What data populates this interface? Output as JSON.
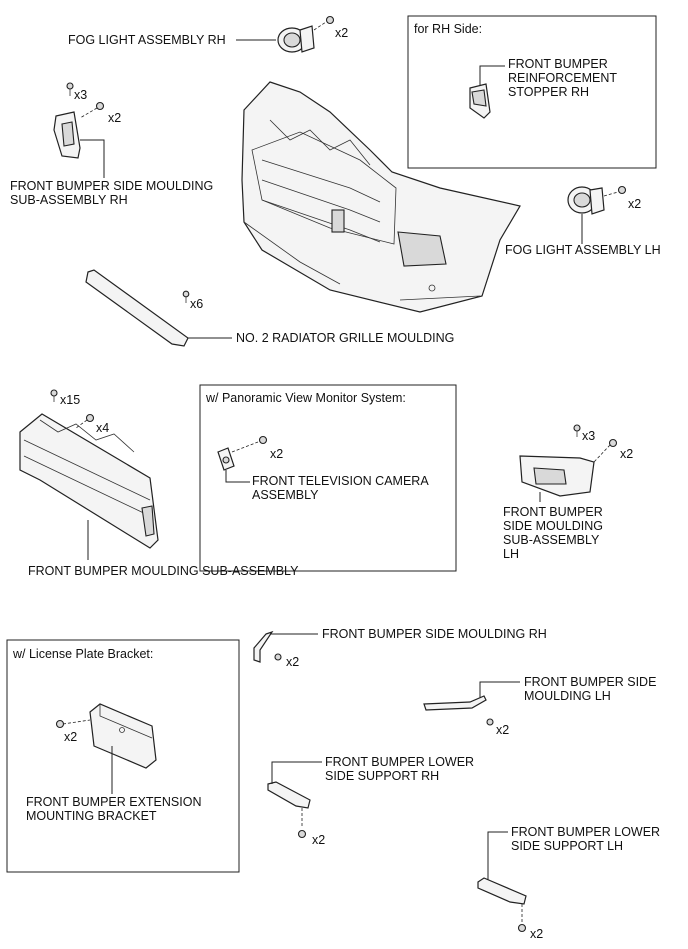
{
  "boxes": {
    "rh_side": "for RH Side:",
    "panoramic": "w/ Panoramic View Monitor System:",
    "license": "w/ License Plate Bracket:"
  },
  "labels": {
    "fog_rh": "FOG LIGHT ASSEMBLY RH",
    "stopper_rh_1": "FRONT BUMPER",
    "stopper_rh_2": "REINFORCEMENT",
    "stopper_rh_3": "STOPPER RH",
    "side_moulding_sub_rh_1": "FRONT BUMPER SIDE MOULDING",
    "side_moulding_sub_rh_2": "SUB-ASSEMBLY RH",
    "fog_lh": "FOG LIGHT ASSEMBLY LH",
    "grille_moulding": "NO. 2 RADIATOR GRILLE MOULDING",
    "camera_1": "FRONT TELEVISION CAMERA",
    "camera_2": "ASSEMBLY",
    "moulding_sub": "FRONT BUMPER MOULDING SUB-ASSEMBLY",
    "side_moulding_sub_lh_1": "FRONT BUMPER",
    "side_moulding_sub_lh_2": "SIDE MOULDING",
    "side_moulding_sub_lh_3": "SUB-ASSEMBLY",
    "side_moulding_sub_lh_4": "LH",
    "side_moulding_rh": "FRONT BUMPER SIDE MOULDING RH",
    "side_moulding_lh_1": "FRONT BUMPER SIDE",
    "side_moulding_lh_2": "MOULDING LH",
    "lower_support_rh_1": "FRONT BUMPER LOWER",
    "lower_support_rh_2": "SIDE SUPPORT RH",
    "lower_support_lh_1": "FRONT BUMPER LOWER",
    "lower_support_lh_2": "SIDE SUPPORT LH",
    "ext_bracket_1": "FRONT BUMPER EXTENSION",
    "ext_bracket_2": "MOUNTING BRACKET"
  },
  "counts": {
    "fog_rh": "x2",
    "side_rh_clips": "x3",
    "side_rh_bolts": "x2",
    "fog_lh": "x2",
    "grille": "x6",
    "moulding_clips": "x15",
    "moulding_bolts": "x4",
    "camera": "x2",
    "side_lh_clips": "x3",
    "side_lh_bolts": "x2",
    "side_moulding_rh": "x2",
    "side_moulding_lh": "x2",
    "ext_bracket": "x2",
    "lower_rh": "x2",
    "lower_lh": "x2"
  }
}
